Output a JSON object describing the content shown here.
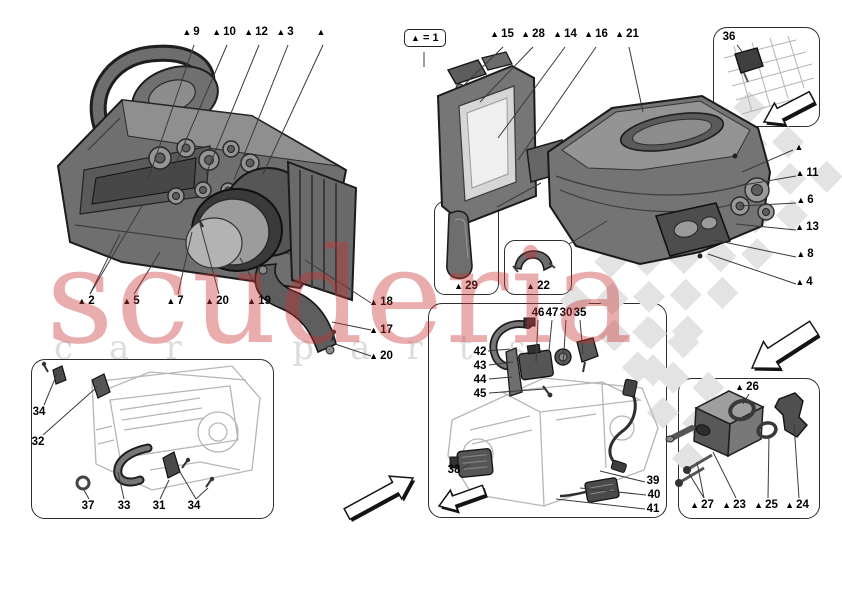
{
  "legend": {
    "symbol": "▲",
    "rest": "= 1"
  },
  "watermark": {
    "brand": "scuderia",
    "brand2": "car parts"
  },
  "colors": {
    "watermark_red": "#c83232",
    "watermark_gray": "#dcdcdc",
    "checker_gray": "#e3e3e3",
    "leader_line": "#3a3a3a",
    "part_dark_gray": "#4a4a4a",
    "part_mid_gray": "#747474",
    "box_border": "#2e2e2e",
    "label_black": "#000000",
    "arrow_fill": "#ffffff"
  },
  "callouts": [
    {
      "id": "c9",
      "label": "9",
      "triangle": true
    },
    {
      "id": "c10",
      "label": "10",
      "triangle": true
    },
    {
      "id": "c12",
      "label": "12",
      "triangle": true
    },
    {
      "id": "c3",
      "label": "3",
      "triangle": true
    },
    {
      "id": "cTL",
      "label": "",
      "triangle": true
    },
    {
      "id": "c2",
      "label": "2",
      "triangle": true
    },
    {
      "id": "c5",
      "label": "5",
      "triangle": true
    },
    {
      "id": "c7",
      "label": "7",
      "triangle": true
    },
    {
      "id": "c20a",
      "label": "20",
      "triangle": true
    },
    {
      "id": "c19",
      "label": "19",
      "triangle": true
    },
    {
      "id": "c18",
      "label": "18",
      "triangle": true
    },
    {
      "id": "c17",
      "label": "17",
      "triangle": true
    },
    {
      "id": "c20b",
      "label": "20",
      "triangle": true
    },
    {
      "id": "c15",
      "label": "15",
      "triangle": true
    },
    {
      "id": "c28",
      "label": "28",
      "triangle": true
    },
    {
      "id": "c14",
      "label": "14",
      "triangle": true
    },
    {
      "id": "c16",
      "label": "16",
      "triangle": true
    },
    {
      "id": "c21",
      "label": "21",
      "triangle": true
    },
    {
      "id": "cTR",
      "label": "",
      "triangle": true
    },
    {
      "id": "c11",
      "label": "11",
      "triangle": true
    },
    {
      "id": "c6",
      "label": "6",
      "triangle": true
    },
    {
      "id": "c13",
      "label": "13",
      "triangle": true
    },
    {
      "id": "c8",
      "label": "8",
      "triangle": true
    },
    {
      "id": "c4",
      "label": "4",
      "triangle": true
    },
    {
      "id": "c29",
      "label": "29",
      "triangle": true
    },
    {
      "id": "c22",
      "label": "22",
      "triangle": true
    },
    {
      "id": "c36",
      "label": "36",
      "triangle": false
    },
    {
      "id": "c34a",
      "label": "34",
      "triangle": false
    },
    {
      "id": "c32",
      "label": "32",
      "triangle": false
    },
    {
      "id": "c37",
      "label": "37",
      "triangle": false
    },
    {
      "id": "c33",
      "label": "33",
      "triangle": false
    },
    {
      "id": "c31",
      "label": "31",
      "triangle": false
    },
    {
      "id": "c34b",
      "label": "34",
      "triangle": false
    },
    {
      "id": "c46",
      "label": "46",
      "triangle": false
    },
    {
      "id": "c47",
      "label": "47",
      "triangle": false
    },
    {
      "id": "c30",
      "label": "30",
      "triangle": false
    },
    {
      "id": "c35",
      "label": "35",
      "triangle": false
    },
    {
      "id": "c42",
      "label": "42",
      "triangle": false
    },
    {
      "id": "c43",
      "label": "43",
      "triangle": false
    },
    {
      "id": "c44",
      "label": "44",
      "triangle": false
    },
    {
      "id": "c45",
      "label": "45",
      "triangle": false
    },
    {
      "id": "c38",
      "label": "38",
      "triangle": false
    },
    {
      "id": "c39",
      "label": "39",
      "triangle": false
    },
    {
      "id": "c40",
      "label": "40",
      "triangle": false
    },
    {
      "id": "c41",
      "label": "41",
      "triangle": false
    },
    {
      "id": "c26",
      "label": "26",
      "triangle": true
    },
    {
      "id": "c27",
      "label": "27",
      "triangle": true
    },
    {
      "id": "c23",
      "label": "23",
      "triangle": true
    },
    {
      "id": "c25",
      "label": "25",
      "triangle": true
    },
    {
      "id": "c24",
      "label": "24",
      "triangle": true
    }
  ]
}
